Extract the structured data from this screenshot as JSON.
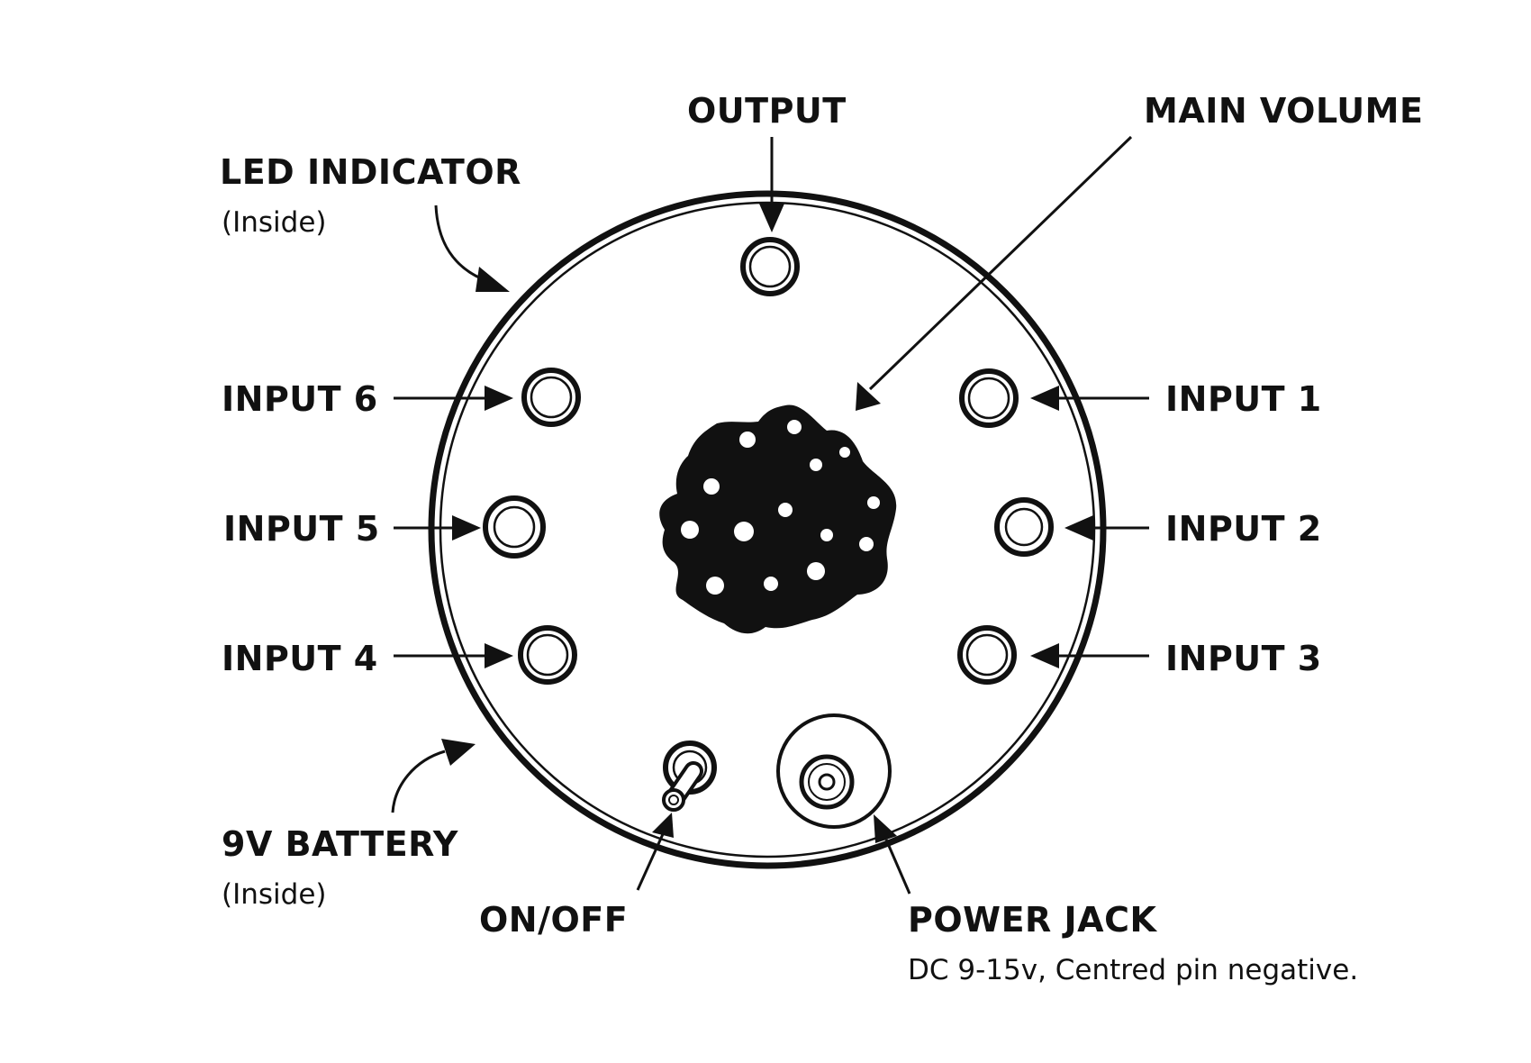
{
  "labels": {
    "output": "OUTPUT",
    "main_volume": "MAIN VOLUME",
    "led_indicator": "LED INDICATOR",
    "led_note": "(Inside)",
    "input1": "INPUT 1",
    "input2": "INPUT 2",
    "input3": "INPUT 3",
    "input4": "INPUT 4",
    "input5": "INPUT 5",
    "input6": "INPUT 6",
    "battery": "9V BATTERY",
    "battery_note": "(Inside)",
    "on_off": "ON/OFF",
    "power_jack": "POWER JACK",
    "power_jack_note": "DC 9-15v, Centred pin negative."
  },
  "colors": {
    "ink": "#111111",
    "background": "#ffffff"
  }
}
